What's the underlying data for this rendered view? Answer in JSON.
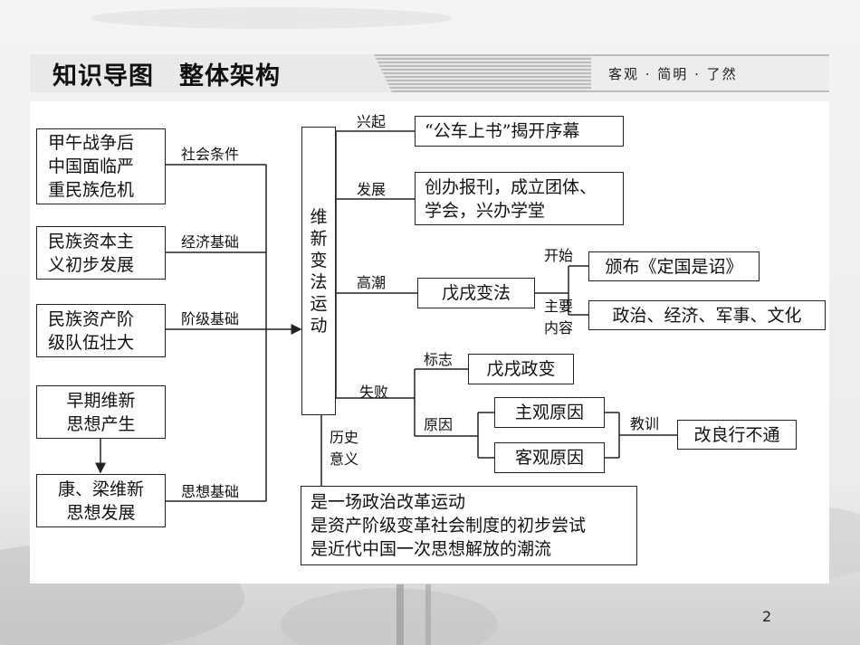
{
  "header": {
    "title": "知识导图　整体架构",
    "slogan": "客观 · 简明 · 了然"
  },
  "page_number": "2",
  "diagram": {
    "center": "维新变法运动",
    "left_boxes": {
      "crisis": [
        "甲午战争后",
        "中国面临严",
        "重民族危机"
      ],
      "capital": [
        "民族资本主",
        "义初步发展"
      ],
      "bourgeoisie": [
        "民族资产阶",
        "级队伍壮大"
      ],
      "early_thought": [
        "早期维新",
        "思想产生"
      ],
      "kang_liang": [
        "康、梁维新",
        "思想发展"
      ]
    },
    "left_labels": {
      "social": "社会条件",
      "economic": "经济基础",
      "class": "阶级基础",
      "ideology": "思想基础"
    },
    "branches": {
      "rise_label": "兴起",
      "rise_box": "“公车上书”揭开序幕",
      "develop_label": "发展",
      "develop_box": [
        "创办报刊，成立团体、",
        "学会，兴办学堂"
      ],
      "climax_label": "高潮",
      "climax_box": "戊戌变法",
      "start_label": "开始",
      "start_box": "颁布《定国是诏》",
      "content_label": [
        "主要",
        "内容"
      ],
      "content_box": "政治、经济、军事、文化",
      "failure_label": "失败",
      "sign_label": "标志",
      "sign_box": "戊戌政变",
      "reason_label": "原因",
      "subjective_box": "主观原因",
      "objective_box": "客观原因",
      "lesson_label": "教训",
      "lesson_box": "改良行不通",
      "significance_label": [
        "历史",
        "意义"
      ],
      "significance_box": [
        "是一场政治改革运动",
        "是资产阶级变革社会制度的初步尝试",
        "是近代中国一次思想解放的潮流"
      ]
    }
  }
}
